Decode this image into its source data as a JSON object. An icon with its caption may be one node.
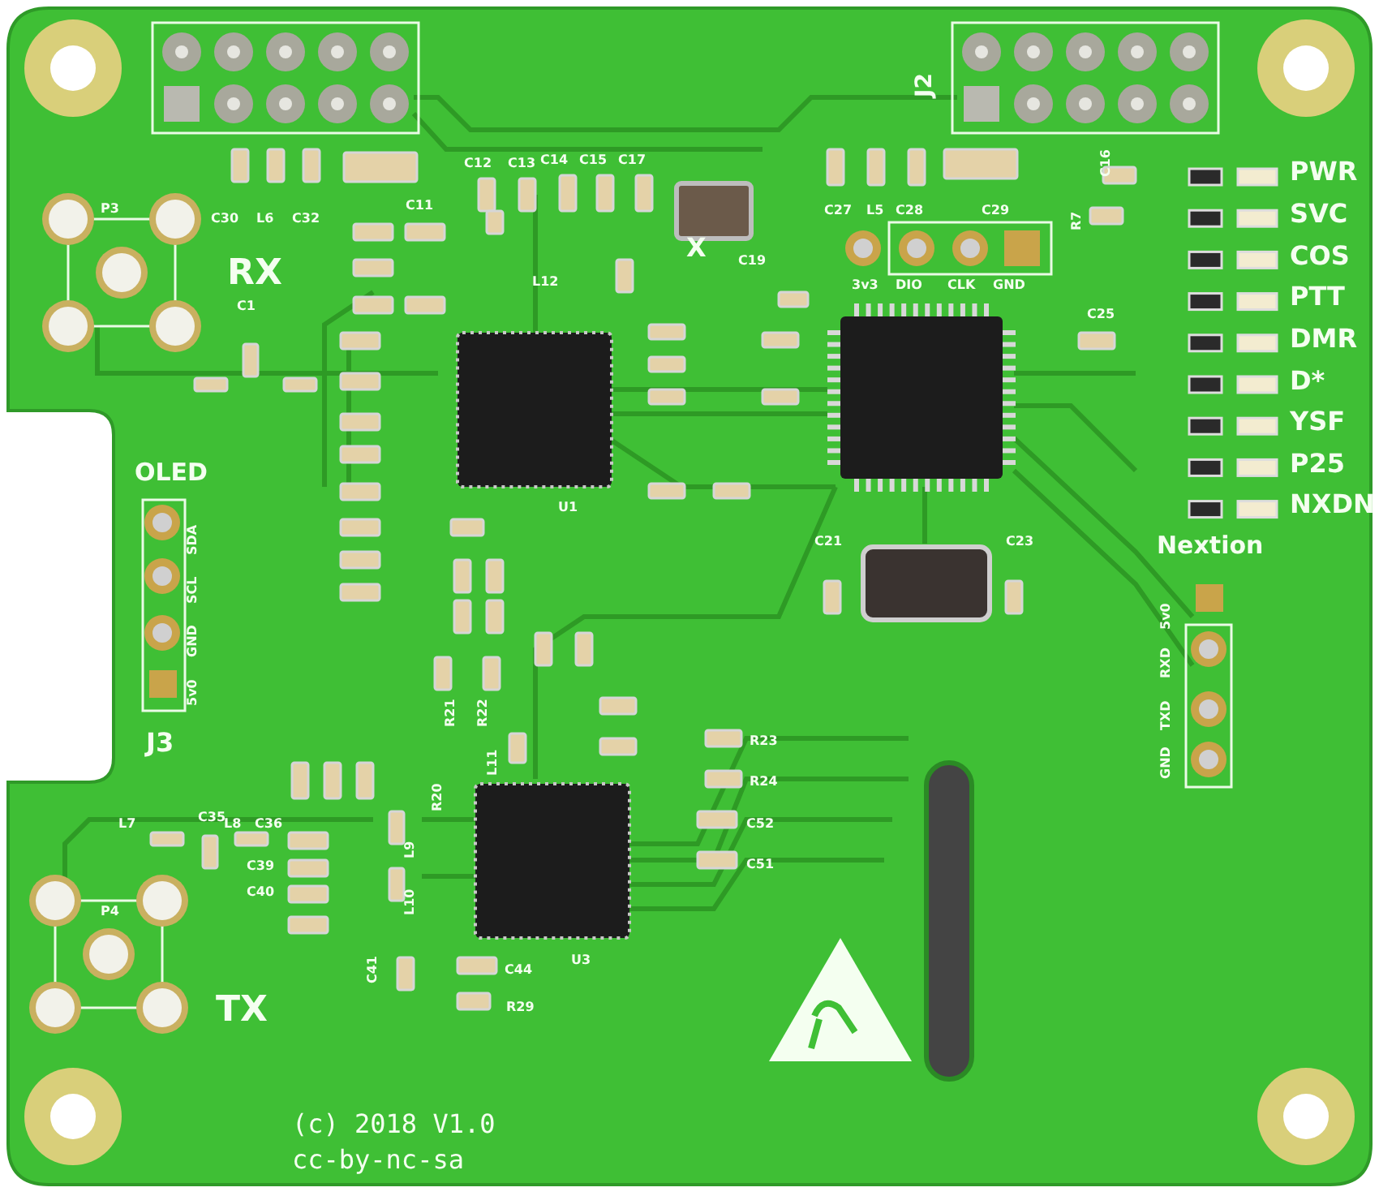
{
  "diagram": {
    "labels": [
      "RX",
      "C1",
      "P3",
      "C30",
      "L6",
      "C32",
      "C11",
      "C12",
      "C13",
      "C14",
      "C15",
      "C17",
      "L12",
      "U1",
      "X",
      "C19",
      "C27",
      "L5",
      "C28",
      "C29",
      "C16",
      "R7",
      "J2",
      "3v3",
      "DIO",
      "CLK",
      "GND",
      "C25",
      "PWR",
      "SVC",
      "COS",
      "PTT",
      "DMR",
      "D*",
      "YSF",
      "P25",
      "NXDN",
      "Nextion",
      "5v0",
      "RXD",
      "TXD",
      "GND",
      "C21",
      "C23",
      "OLED",
      "SDA",
      "SCL",
      "GND",
      "5v0",
      "J3",
      "R23",
      "R24",
      "C52",
      "C51",
      "U3",
      "C44",
      "R29",
      "C41",
      "L7",
      "C35",
      "L8",
      "C36",
      "C39",
      "C40",
      "P4",
      "TX",
      "L9",
      "L10",
      "L11",
      "R20",
      "R21",
      "R22",
      "(c) 2018 V1.0",
      "cc-by-nc-sa"
    ]
  }
}
